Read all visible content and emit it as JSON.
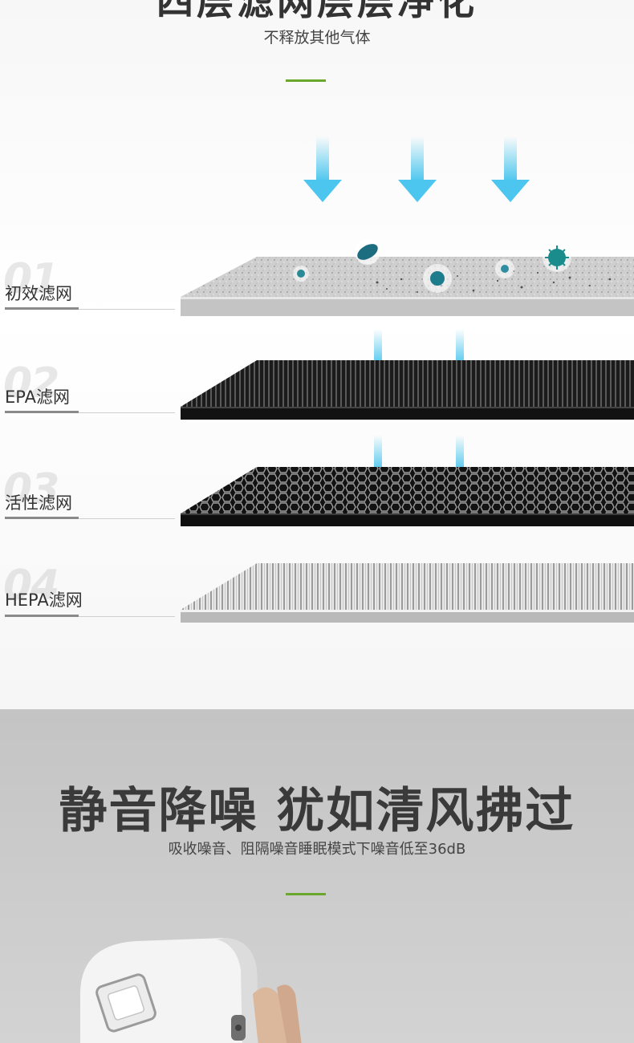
{
  "filter_section": {
    "title": "四层滤网层层净化",
    "subtitle": "不释放其他气体",
    "layers": [
      {
        "number": "01",
        "label": "初效滤网"
      },
      {
        "number": "02",
        "label": "EPA滤网"
      },
      {
        "number": "03",
        "label": "活性滤网"
      },
      {
        "number": "04",
        "label": "HEPA滤网"
      }
    ]
  },
  "noise_section": {
    "title": "静音降噪 犹如清风拂过",
    "subtitle": "吸收噪音、阻隔噪音睡眠模式下噪音低至36dB"
  },
  "colors": {
    "accent_green": "#6aa82d",
    "arrow_blue": "#4cc6ee"
  }
}
